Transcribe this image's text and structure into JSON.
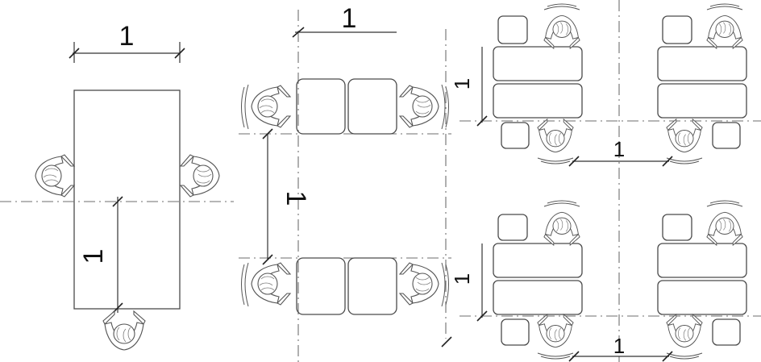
{
  "diagram": {
    "panel_a": {
      "width_label": "1",
      "spacing_label": "1"
    },
    "panel_b": {
      "width_label": "1",
      "spacing_label": "1"
    },
    "panel_c": {
      "top_height_label": "1",
      "top_spacing_label": "1",
      "bottom_height_label": "1",
      "bottom_spacing_label": "1"
    }
  }
}
